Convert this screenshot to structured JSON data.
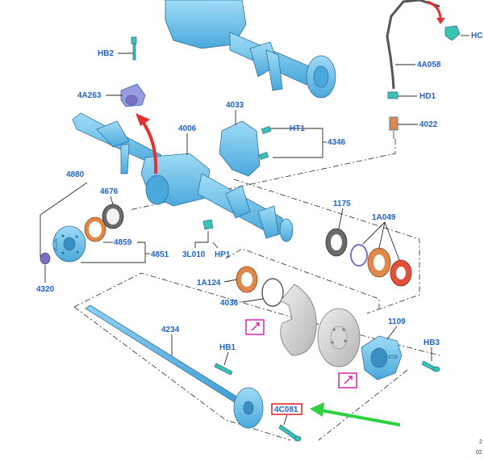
{
  "colors": {
    "label": "#1f63c8",
    "part_fill": "#6ec3ee",
    "part_dark": "#3a8ec4",
    "gasket": "#e0884a",
    "seal_red": "#e0503a",
    "ring_grey": "#6a6a6a",
    "ring_purple": "#7b6fc4",
    "shield": "#c9c9c9",
    "callout_box": "#e020b0",
    "highlight_red": "#e02020",
    "arrow_red": "#e53030",
    "arrow_green": "#30d040",
    "hose_teal": "#38c6b0"
  },
  "labels": {
    "hb2": "HB2",
    "a4263": "4A263",
    "l4033": "4033",
    "l4006": "4006",
    "ht1": "HT1",
    "l4346": "4346",
    "hc": "HC",
    "a4058": "4A058",
    "hd1": "HD1",
    "l4022": "4022",
    "l4880": "4880",
    "l4676": "4676",
    "l1175": "1175",
    "a1049": "1A049",
    "l4859": "4859",
    "l4851": "4851",
    "l3010": "3L010",
    "hp1": "HP1",
    "l4320": "4320",
    "a1124": "1A124",
    "l4036": "4036",
    "l4234": "4234",
    "l1109": "1109",
    "hb1": "HB1",
    "hb3": "HB3",
    "c4081": "4C081"
  },
  "footer": {
    "line1": "2",
    "line2": "02"
  }
}
